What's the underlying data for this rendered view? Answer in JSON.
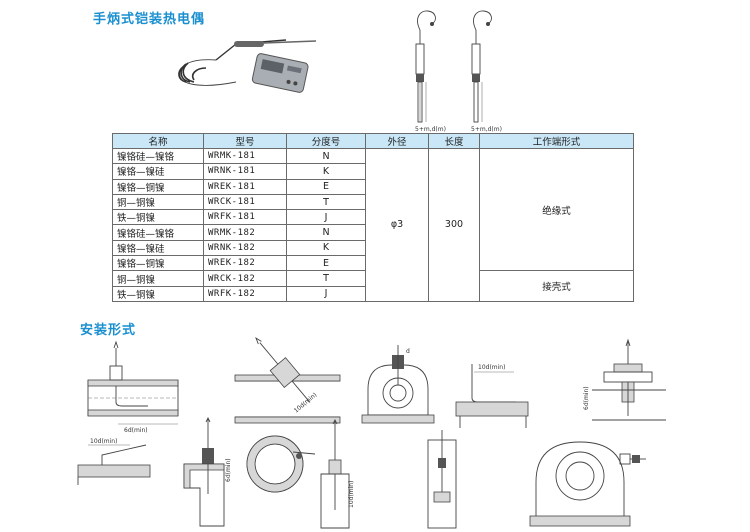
{
  "header": {
    "product_title": "手炳式铠装热电偶",
    "install_title": "安装形式"
  },
  "table": {
    "headers": [
      "名称",
      "型号",
      "分度号",
      "外径",
      "长度",
      "工作端形式"
    ],
    "rows": [
      {
        "name": "镍铬硅—镍铬",
        "model": "WRMK-181",
        "grade": "N"
      },
      {
        "name": "镍铬—镍硅",
        "model": "WRNK-181",
        "grade": "K"
      },
      {
        "name": "镍铬—铜镍",
        "model": "WREK-181",
        "grade": "E"
      },
      {
        "name": "铜—铜镍",
        "model": "WRCK-181",
        "grade": "T"
      },
      {
        "name": "铁—铜镍",
        "model": "WRFK-181",
        "grade": "J"
      },
      {
        "name": "镍铬硅—镍铬",
        "model": "WRMK-182",
        "grade": "N"
      },
      {
        "name": "镍铬—镍硅",
        "model": "WRNK-182",
        "grade": "K"
      },
      {
        "name": "镍铬—铜镍",
        "model": "WREK-182",
        "grade": "E"
      },
      {
        "name": "铜—铜镍",
        "model": "WRCK-182",
        "grade": "T"
      },
      {
        "name": "铁—铜镍",
        "model": "WRFK-182",
        "grade": "J"
      }
    ],
    "diameter": "φ3",
    "length": "300",
    "end_type_insulated": "绝缘式",
    "end_type_grounded": "接壳式"
  },
  "drawings": {
    "probe_dim_label": "5+m,d(m)",
    "dim_min_6d": "6d(min)",
    "dim_min_10d": "10d(min)",
    "dim_d": "d"
  },
  "colors": {
    "accent": "#1a8fd0",
    "table_header_bg": "#c9e7f7"
  }
}
